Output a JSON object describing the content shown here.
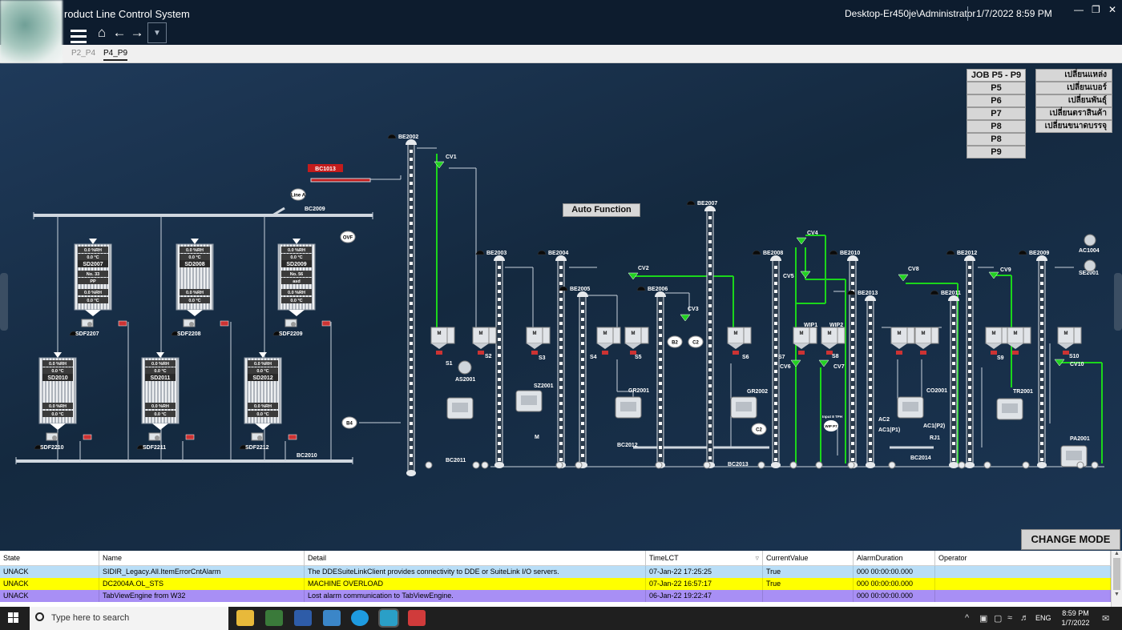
{
  "window": {
    "title": "roduct Line Control System",
    "user": "Desktop-Er450je\\Administrator",
    "datetime": "1/7/2022 8:59 PM",
    "controls": [
      "minimize-icon",
      "restore-icon",
      "close-icon"
    ]
  },
  "nav": {
    "icons": [
      "menu-icon",
      "home-icon",
      "back-arrow-icon",
      "forward-arrow-icon",
      "dropdown-icon"
    ]
  },
  "tabs": [
    {
      "label": "P2_P4",
      "active": false
    },
    {
      "label": "P4_P9",
      "active": true
    }
  ],
  "job_panel": {
    "header": "JOB P5 - P9",
    "rows": [
      "P5",
      "P6",
      "P7",
      "P8",
      "P8",
      "P9"
    ]
  },
  "action_buttons": [
    "เปลี่ยนแหล่ง",
    "เปลี่ยนเบอร์",
    "เปลี่ยนพันธุ์",
    "เปลี่ยนตราสินค้า",
    "เปลี่ยนขนาดบรรจุ"
  ],
  "auto_function_label": "Auto Function",
  "change_mode_label": "CHANGE MODE",
  "dryers": [
    {
      "tag": "SD2007",
      "l1": "0.0 %RH",
      "l2": "0.0 °C",
      "l3": "No. 33",
      "l4": "PP",
      "l5": "0.0 %RH",
      "l6": "0.0 °C",
      "feeder": "SDF2207"
    },
    {
      "tag": "SD2008",
      "l1": "0.0 %RH",
      "l2": "0.0 °C",
      "l3": "",
      "l4": "",
      "l5": "0.0 %RH",
      "l6": "0.0 °C",
      "feeder": "SDF2208"
    },
    {
      "tag": "SD2009",
      "l1": "0.0 %RH",
      "l2": "0.0 °C",
      "l3": "No. 56",
      "l4": "asd",
      "l5": "0.0 %RH",
      "l6": "0.0 °C",
      "feeder": "SDF2209"
    },
    {
      "tag": "SD2010",
      "l1": "0.0 %RH",
      "l2": "0.0 °C",
      "l3": "",
      "l4": "",
      "l5": "0.0 %RH",
      "l6": "0.0 °C",
      "feeder": "SDF2210"
    },
    {
      "tag": "SD2011",
      "l1": "0.0 %RH",
      "l2": "0.0 °C",
      "l3": "",
      "l4": "",
      "l5": "0.0 %RH",
      "l6": "0.0 °C",
      "feeder": "SDF2211"
    },
    {
      "tag": "SD2012",
      "l1": "0.0 %RH",
      "l2": "0.0 °C",
      "l3": "",
      "l4": "",
      "l5": "0.0 %RH",
      "l6": "0.0 °C",
      "feeder": "SDF2212"
    }
  ],
  "tags": {
    "bc1013": "BC1013",
    "bc2009": "BC2009",
    "bc2010": "BC2010",
    "bc2011": "BC2011",
    "bc2012": "BC2012",
    "bc2013": "BC2013",
    "bc2014": "BC2014",
    "line_a": "Line A",
    "ovf": "OVF",
    "b4": "B4",
    "b2": "B2",
    "c2a": "C2",
    "c2b": "C2",
    "be2002": "BE2002",
    "be2003": "BE2003",
    "be2004": "BE2004",
    "be2005": "BE2005",
    "be2006": "BE2006",
    "be2007": "BE2007",
    "be2008": "BE2008",
    "be2010": "BE2010",
    "be2013": "BE2013",
    "be2011": "BE2011",
    "be2012": "BE2012",
    "be2009": "BE2009",
    "cv1": "CV1",
    "cv2": "CV2",
    "cv3": "CV3",
    "cv4": "CV4",
    "cv5": "CV5",
    "cv6": "CV6",
    "cv7": "CV7",
    "cv8": "CV8",
    "cv9": "CV9",
    "cv10": "CV10",
    "s1": "S1",
    "s2": "S2",
    "s3": "S3",
    "s4": "S4",
    "s5": "S5",
    "s6": "S6",
    "s7": "S7",
    "s8": "S8",
    "s9": "S9",
    "s10": "S10",
    "as2001": "AS2001",
    "sz2001": "SZ2001",
    "gr2001": "GR2001",
    "gr2002": "GR2002",
    "co2001": "CO2001",
    "tr2001": "TR2001",
    "pa2001": "PA2001",
    "ac1004": "AC1004",
    "se2001": "SE2001",
    "wip1": "WIP1",
    "wip2": "WIP2",
    "ac2": "AC2",
    "ac1p1": "AC1(P1)",
    "ac1p2": "AC1(P2)",
    "rj1": "RJ1",
    "input_tph": "Input 8 TPH",
    "wip_p7": "WIP P7",
    "m": "M"
  },
  "alarm_table": {
    "columns": [
      "State",
      "Name",
      "Detail",
      "TimeLCT",
      "CurrentValue",
      "AlarmDuration",
      "Operator"
    ],
    "rows": [
      {
        "state": "UNACK",
        "name": "SIDIR_Legacy.All.ItemErrorCntAlarm",
        "detail": "The DDESuiteLinkClient provides connectivity to DDE or SuiteLink I/O servers.",
        "time": "07-Jan-22 17:25:25",
        "value": "True",
        "duration": "000 00:00:00.000",
        "operator": "",
        "color": "#b9def7"
      },
      {
        "state": "UNACK",
        "name": "DC2004A.OL_STS",
        "detail": "MACHINE OVERLOAD",
        "time": "07-Jan-22 16:57:17",
        "value": "True",
        "duration": "000 00:00:00.000",
        "operator": "",
        "color": "#ffff00"
      },
      {
        "state": "UNACK",
        "name": "TabViewEngine from W32",
        "detail": "Lost alarm communication to TabViewEngine.",
        "time": "06-Jan-22 19:22:47",
        "value": "",
        "duration": "000 00:00:00.000",
        "operator": "",
        "color": "#a88ff5"
      }
    ]
  },
  "taskbar": {
    "search_placeholder": "Type here to search",
    "lang": "ENG",
    "time": "8:59 PM",
    "date": "1/7/2022"
  },
  "colors": {
    "pipe": "#c9d2dc",
    "flow": "#1bd61b",
    "alarm_red": "#d21f1f",
    "background": "#1a3350"
  }
}
